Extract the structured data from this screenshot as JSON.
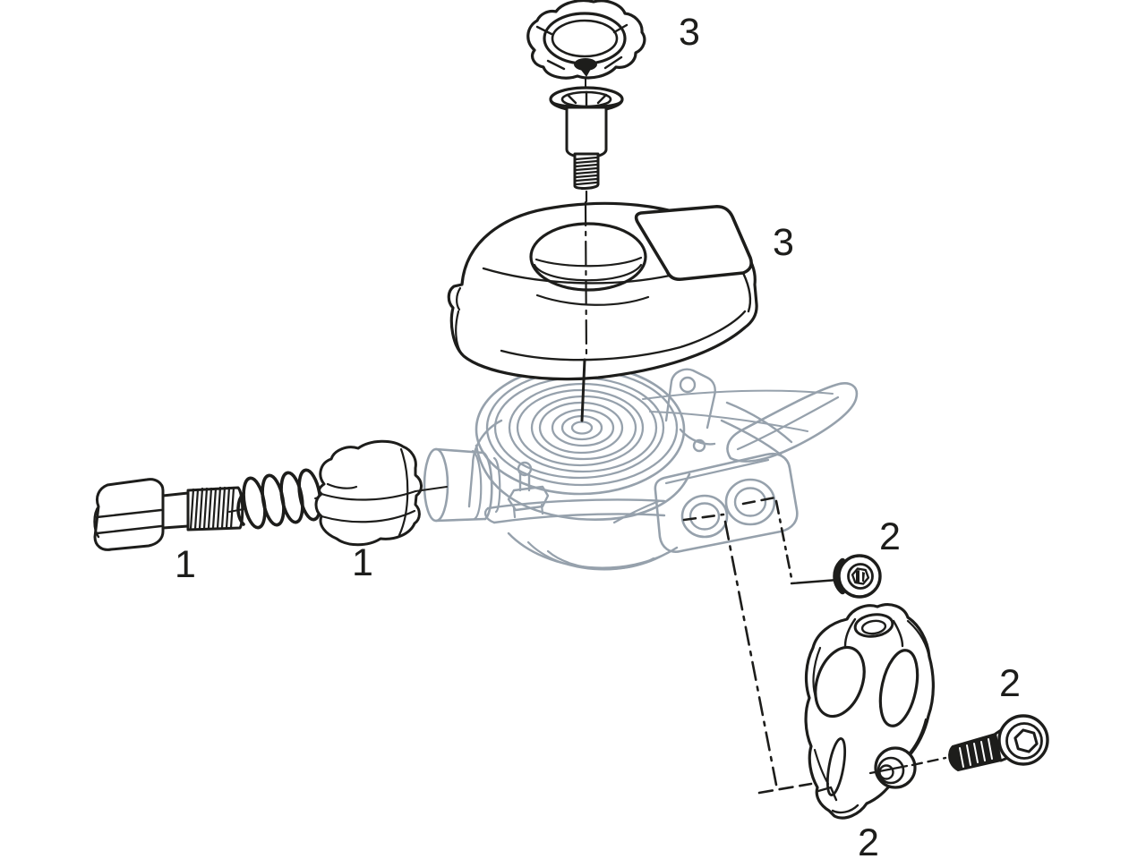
{
  "diagram": {
    "background": "#ffffff",
    "ink_color": "#1d1d1b",
    "body_line_color": "#96a1ac",
    "labels": [
      {
        "part": "top-cap-dial",
        "text": "3"
      },
      {
        "part": "cover",
        "text": "3"
      },
      {
        "part": "barrel-adjuster-bolt",
        "text": "1"
      },
      {
        "part": "barrel-adjuster",
        "text": "1"
      },
      {
        "part": "mount-screw-upper",
        "text": "2"
      },
      {
        "part": "mount-screw-lower",
        "text": "2"
      },
      {
        "part": "handlebar-clamp",
        "text": "2"
      }
    ]
  }
}
